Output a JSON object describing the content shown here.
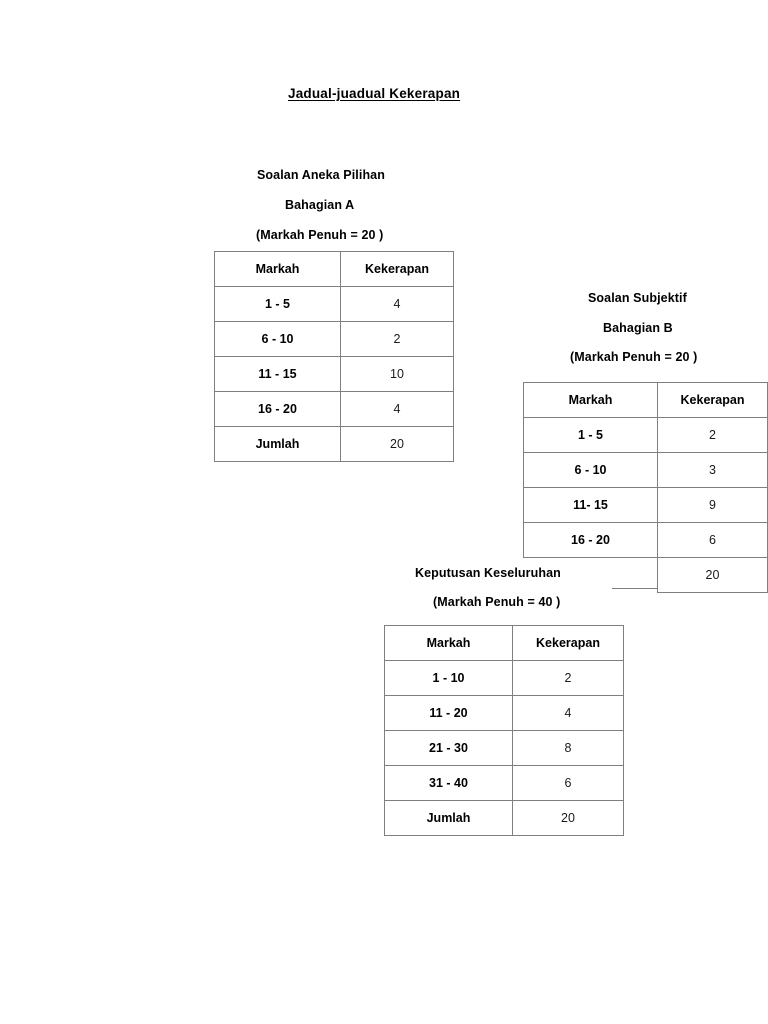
{
  "document": {
    "title": "Jadual-juadual Kekerapan"
  },
  "sections": {
    "a": {
      "subject": "Soalan Aneka Pilihan",
      "part": "Bahagian A",
      "total_marks": "(Markah Penuh = 20 )"
    },
    "b": {
      "subject": "Soalan Subjektif",
      "part": "Bahagian B",
      "total_marks": "(Markah Penuh = 20 )"
    },
    "c": {
      "subject": "Keputusan Keseluruhan",
      "total_marks": "(Markah Penuh = 40 )"
    }
  },
  "tables": {
    "a": {
      "headers": [
        "Markah",
        "Kekerapan"
      ],
      "rows": [
        [
          "1 - 5",
          "4"
        ],
        [
          "6 - 10",
          "2"
        ],
        [
          "11 - 15",
          "10"
        ],
        [
          "16 - 20",
          "4"
        ],
        [
          "Jumlah",
          "20"
        ]
      ]
    },
    "b": {
      "headers": [
        "Markah",
        "Kekerapan"
      ],
      "rows": [
        [
          "1 - 5",
          "2"
        ],
        [
          "6 - 10",
          "3"
        ],
        [
          "11- 15",
          "9"
        ],
        [
          "16 - 20",
          "6"
        ],
        [
          "",
          "20"
        ]
      ]
    },
    "c": {
      "headers": [
        "Markah",
        "Kekerapan"
      ],
      "rows": [
        [
          "1 - 10",
          "2"
        ],
        [
          "11 - 20",
          "4"
        ],
        [
          "21  - 30",
          "8"
        ],
        [
          "31 - 40",
          "6"
        ],
        [
          "Jumlah",
          "20"
        ]
      ]
    }
  },
  "chart_data": {
    "type": "table",
    "title": "Jadual-juadual Kekerapan",
    "tables": [
      {
        "name": "Bahagian A - Soalan Aneka Pilihan",
        "columns": [
          "Markah",
          "Kekerapan"
        ],
        "categories": [
          "1 - 5",
          "6 - 10",
          "11 - 15",
          "16 - 20"
        ],
        "values": [
          4,
          2,
          10,
          4
        ],
        "total": 20,
        "max_marks": 20
      },
      {
        "name": "Bahagian B - Soalan Subjektif",
        "columns": [
          "Markah",
          "Kekerapan"
        ],
        "categories": [
          "1 - 5",
          "6 - 10",
          "11- 15",
          "16 - 20"
        ],
        "values": [
          2,
          3,
          9,
          6
        ],
        "total": 20,
        "max_marks": 20
      },
      {
        "name": "Keputusan Keseluruhan",
        "columns": [
          "Markah",
          "Kekerapan"
        ],
        "categories": [
          "1 - 10",
          "11 - 20",
          "21  - 30",
          "31 - 40"
        ],
        "values": [
          2,
          4,
          8,
          6
        ],
        "total": 20,
        "max_marks": 40
      }
    ]
  }
}
